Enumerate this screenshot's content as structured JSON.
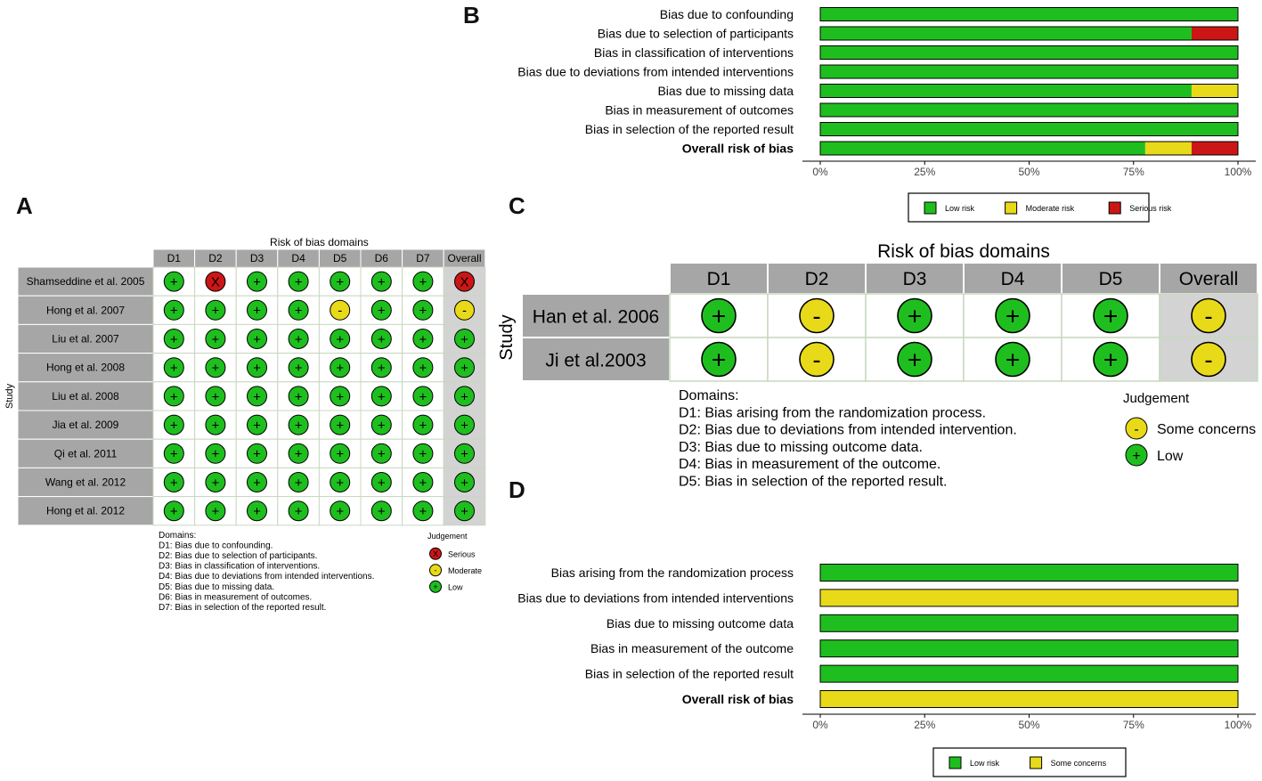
{
  "panels": {
    "a": "A",
    "b": "B",
    "c": "C",
    "d": "D"
  },
  "colors": {
    "low": "#1fbe1f",
    "moderate": "#e8da18",
    "serious": "#cc1616",
    "header": "#a6a6a6",
    "overall_bg": "#d3d3d3"
  },
  "chart_data": [
    {
      "panel": "A",
      "type": "table",
      "title": "Risk of bias domains",
      "ylabel": "Study",
      "columns": [
        "D1",
        "D2",
        "D3",
        "D4",
        "D5",
        "D6",
        "D7",
        "Overall"
      ],
      "rows": [
        {
          "study": "Shamseddine et al. 2005",
          "judgements": [
            "low",
            "serious",
            "low",
            "low",
            "low",
            "low",
            "low",
            "serious"
          ]
        },
        {
          "study": "Hong et al. 2007",
          "judgements": [
            "low",
            "low",
            "low",
            "low",
            "moderate",
            "low",
            "low",
            "moderate"
          ]
        },
        {
          "study": "Liu et al. 2007",
          "judgements": [
            "low",
            "low",
            "low",
            "low",
            "low",
            "low",
            "low",
            "low"
          ]
        },
        {
          "study": "Hong et al. 2008",
          "judgements": [
            "low",
            "low",
            "low",
            "low",
            "low",
            "low",
            "low",
            "low"
          ]
        },
        {
          "study": "Liu et al. 2008",
          "judgements": [
            "low",
            "low",
            "low",
            "low",
            "low",
            "low",
            "low",
            "low"
          ]
        },
        {
          "study": "Jia et al. 2009",
          "judgements": [
            "low",
            "low",
            "low",
            "low",
            "low",
            "low",
            "low",
            "low"
          ]
        },
        {
          "study": "Qi et al. 2011",
          "judgements": [
            "low",
            "low",
            "low",
            "low",
            "low",
            "low",
            "low",
            "low"
          ]
        },
        {
          "study": "Wang et al. 2012",
          "judgements": [
            "low",
            "low",
            "low",
            "low",
            "low",
            "low",
            "low",
            "low"
          ]
        },
        {
          "study": "Hong et al. 2012",
          "judgements": [
            "low",
            "low",
            "low",
            "low",
            "low",
            "low",
            "low",
            "low"
          ]
        }
      ],
      "domains_title": "Domains:",
      "domains": [
        "D1: Bias due to confounding.",
        "D2: Bias due to selection of participants.",
        "D3: Bias in classification of interventions.",
        "D4: Bias due to deviations from intended interventions.",
        "D5: Bias due to missing data.",
        "D6: Bias in measurement of outcomes.",
        "D7: Bias in selection of the reported result."
      ],
      "legend_title": "Judgement",
      "legend": [
        {
          "key": "serious",
          "label": "Serious",
          "symbol": "X"
        },
        {
          "key": "moderate",
          "label": "Moderate",
          "symbol": "-"
        },
        {
          "key": "low",
          "label": "Low",
          "symbol": "+"
        }
      ]
    },
    {
      "panel": "B",
      "type": "bar",
      "categories": [
        "Bias due to confounding",
        "Bias due to selection of participants",
        "Bias in classification of interventions",
        "Bias due to deviations from intended interventions",
        "Bias due to missing data",
        "Bias in measurement of outcomes",
        "Bias in selection of the reported result",
        "Overall risk of bias"
      ],
      "bold_category": "Overall risk of bias",
      "series": [
        {
          "key": "low",
          "name": "Low risk",
          "values": [
            100,
            88.9,
            100,
            100,
            88.9,
            100,
            100,
            77.8
          ]
        },
        {
          "key": "moderate",
          "name": "Moderate risk",
          "values": [
            0,
            0,
            0,
            0,
            11.1,
            0,
            0,
            11.1
          ]
        },
        {
          "key": "serious",
          "name": "Serious risk",
          "values": [
            0,
            11.1,
            0,
            0,
            0,
            0,
            0,
            11.1
          ]
        }
      ],
      "xlim": [
        0,
        100
      ],
      "xticks": [
        "0%",
        "25%",
        "50%",
        "75%",
        "100%"
      ],
      "stacked": true,
      "legend_position": "bottom"
    },
    {
      "panel": "C",
      "type": "table",
      "title": "Risk of bias domains",
      "ylabel": "Study",
      "columns": [
        "D1",
        "D2",
        "D3",
        "D4",
        "D5",
        "Overall"
      ],
      "rows": [
        {
          "study": "Han  et al. 2006",
          "judgements": [
            "low",
            "some",
            "low",
            "low",
            "low",
            "some"
          ]
        },
        {
          "study": "Ji et al.2003",
          "judgements": [
            "low",
            "some",
            "low",
            "low",
            "low",
            "some"
          ]
        }
      ],
      "domains_title": "Domains:",
      "domains": [
        "D1: Bias arising from the randomization process.",
        "D2: Bias due to deviations from intended intervention.",
        "D3: Bias due to missing outcome data.",
        "D4: Bias in measurement of the outcome.",
        "D5: Bias in selection of the reported result."
      ],
      "legend_title": "Judgement",
      "legend": [
        {
          "key": "some",
          "label": "Some concerns",
          "symbol": "-"
        },
        {
          "key": "low",
          "label": "Low",
          "symbol": "+"
        }
      ]
    },
    {
      "panel": "D",
      "type": "bar",
      "categories": [
        "Bias arising from the randomization process",
        "Bias due to deviations from intended interventions",
        "Bias due to missing outcome data",
        "Bias in measurement of the outcome",
        "Bias in selection of the reported result",
        "Overall risk of bias"
      ],
      "bold_category": "Overall risk of bias",
      "series": [
        {
          "key": "low",
          "name": "Low risk",
          "values": [
            100,
            0,
            100,
            100,
            100,
            0
          ]
        },
        {
          "key": "some",
          "name": "Some concerns",
          "values": [
            0,
            100,
            0,
            0,
            0,
            100
          ]
        }
      ],
      "xlim": [
        0,
        100
      ],
      "xticks": [
        "0%",
        "25%",
        "50%",
        "75%",
        "100%"
      ],
      "stacked": true,
      "legend_position": "bottom"
    }
  ]
}
